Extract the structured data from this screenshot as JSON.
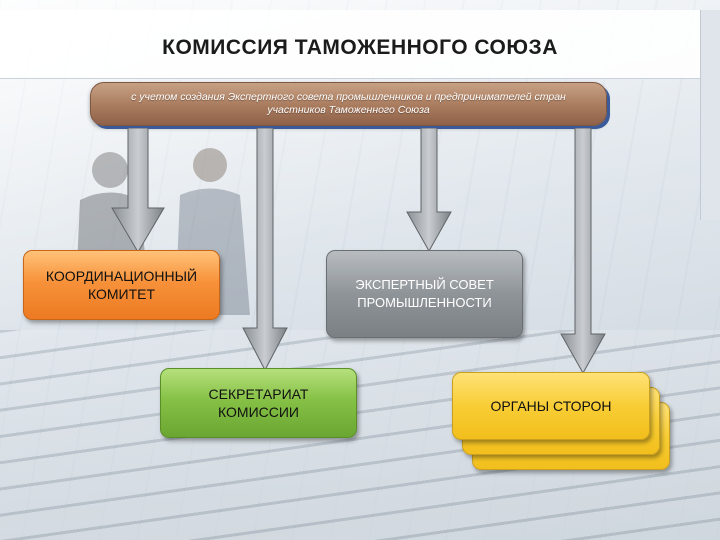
{
  "header": {
    "title": "КОМИССИЯ ТАМОЖЕННОГО СОЮЗА"
  },
  "banner": {
    "text": "с учетом создания Экспертного совета промышленников и предпринимателей стран участников Таможенного Союза"
  },
  "boxes": {
    "coordination": "КООРДИНАЦИОННЫЙ КОМИТЕТ",
    "expert": "ЭКСПЕРТНЫЙ СОВЕТ ПРОМЫШЛЕННОСТИ",
    "secretariat": "СЕКРЕТАРИАТ КОМИССИИ",
    "parties": "ОРГАНЫ СТОРОН"
  },
  "colors": {
    "coordination": "#f7923a",
    "expert": "#8f9499",
    "secretariat": "#86c146",
    "parties": "#f8cd35",
    "banner": "#a97b5e"
  }
}
